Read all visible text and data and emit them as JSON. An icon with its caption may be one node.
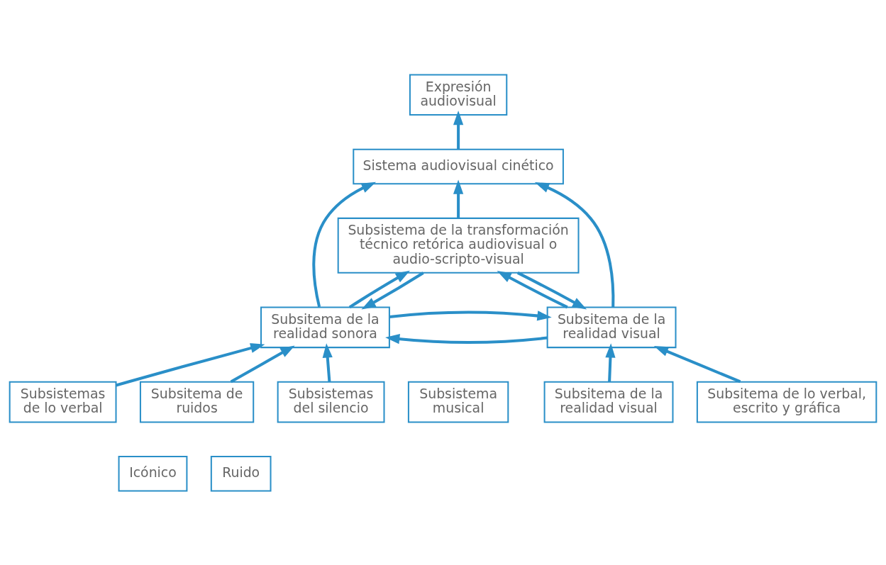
{
  "diagram": {
    "nodes": [
      {
        "text": [
          "Expresión audiovisual"
        ]
      },
      {
        "text": [
          "Sistema audiovisual cinético"
        ]
      },
      {
        "text": [
          "Subsistema de la transformación técnico retórica audiovisual o audio-scripto-visual"
        ]
      },
      {
        "text": [
          "Subsitema de la realidad sonora"
        ]
      },
      {
        "text": [
          "Subsitema de la realidad visual"
        ]
      },
      {
        "text": [
          "Subsistemas de lo verbal"
        ]
      },
      {
        "text": [
          "Subsitema de ruidos"
        ]
      },
      {
        "text": [
          "Icónico"
        ]
      },
      {
        "text": [
          "Ruido"
        ]
      },
      {
        "text": [
          "Subsistemas del silencio"
        ]
      },
      {
        "text": [
          "Subsistema musical"
        ]
      },
      {
        "text": [
          "Subsitema de la realidad visual"
        ]
      },
      {
        "text": [
          "Subsitema de lo verbal, escrito y gráfica"
        ]
      }
    ],
    "edges": [
      {
        "from": 1,
        "to": 0,
        "arrow": "to"
      },
      {
        "from": 2,
        "to": 1,
        "arrow": "to"
      },
      {
        "from": 2,
        "to": 3,
        "arrow": "to"
      },
      {
        "from": 3,
        "to": 2,
        "arrow": "to"
      },
      {
        "from": 4,
        "to": 2,
        "arrow": "to"
      },
      {
        "from": 2,
        "to": 4,
        "arrow": "to"
      },
      {
        "from": 3,
        "to": 4,
        "arrow": "to"
      },
      {
        "from": 4,
        "to": 3,
        "arrow": "to"
      },
      {
        "from": 3,
        "to": 1,
        "arrow": "to"
      },
      {
        "from": 4,
        "to": 1,
        "arrow": "to"
      },
      {
        "from": 5,
        "to": 3,
        "arrow": "to"
      },
      {
        "from": 6,
        "to": 3,
        "arrow": "to"
      },
      {
        "from": 9,
        "to": 3,
        "arrow": "to"
      },
      {
        "from": 11,
        "to": 4,
        "arrow": "to"
      },
      {
        "from": 12,
        "to": 4,
        "arrow": "to"
      }
    ]
  }
}
